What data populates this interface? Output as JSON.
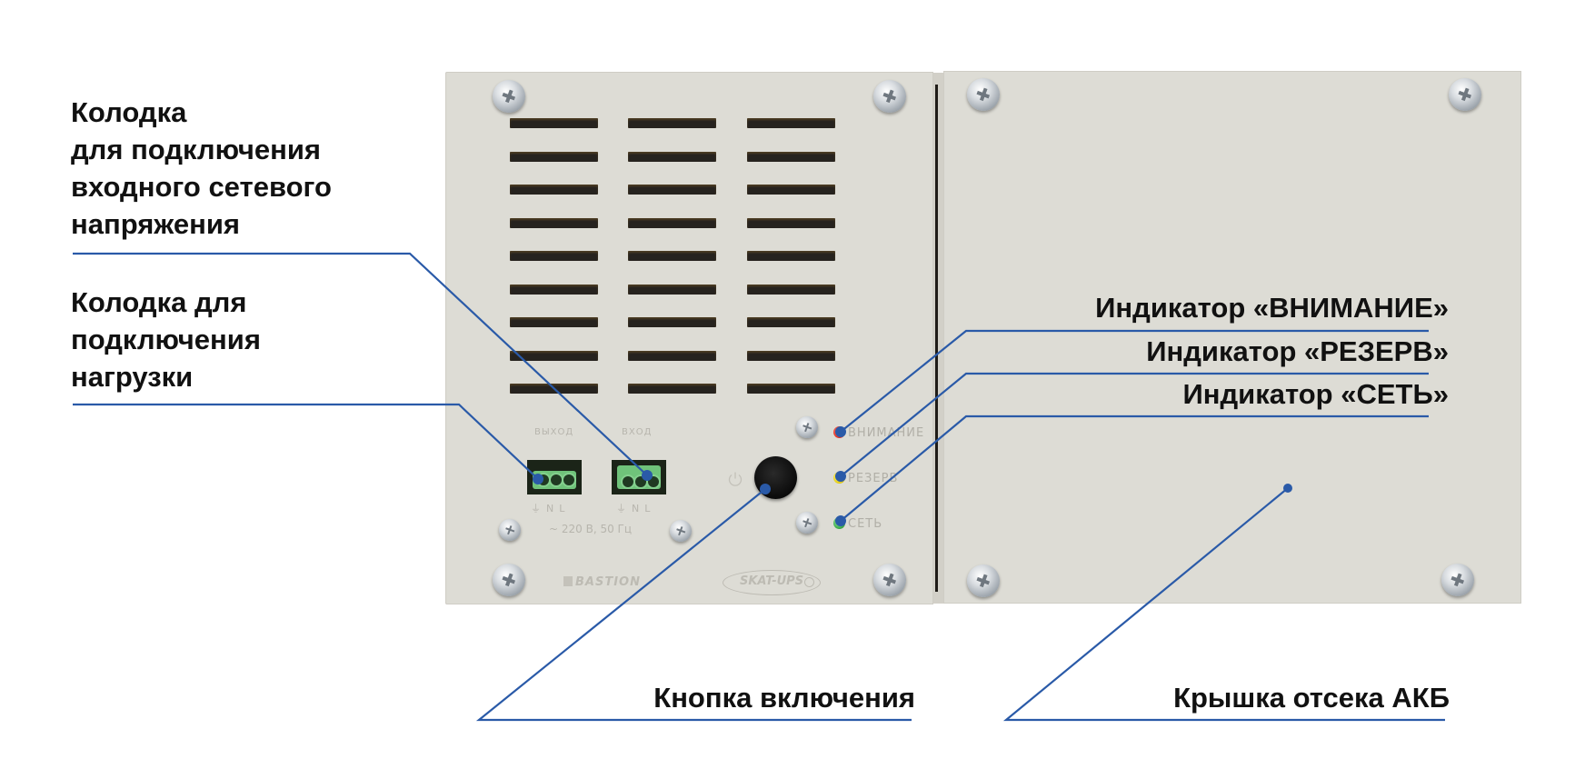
{
  "callouts": {
    "input_terminal": {
      "lines": [
        "Колодка",
        "для подключения",
        "входного сетевого",
        "напряжения"
      ]
    },
    "load_terminal": {
      "lines": [
        "Колодка для",
        "подключения",
        "нагрузки"
      ]
    },
    "indicator_attention": "Индикатор «ВНИМАНИЕ»",
    "indicator_reserve": "Индикатор «РЕЗЕРВ»",
    "indicator_mains": "Индикатор «СЕТЬ»",
    "power_button": "Кнопка включения",
    "battery_cover": "Крышка отсека АКБ"
  },
  "device": {
    "output_label": "ВЫХОД",
    "input_label": "ВХОД",
    "terminal_marks": [
      "⏚",
      "N",
      "L"
    ],
    "voltage_spec": "~ 220 В, 50 Гц",
    "led_labels": {
      "attention": "ВНИМАНИЕ",
      "reserve": "РЕЗЕРВ",
      "mains": "СЕТЬ"
    },
    "brand": "BASTION",
    "model": "SKAT-UPS"
  },
  "colors": {
    "callout_line": "#2a5aa8",
    "panel": "#dddcd5",
    "led_red": "#e2382b",
    "led_yellow": "#e8d21a",
    "led_green": "#3fae4f",
    "terminal_green": "#6fc37a"
  }
}
